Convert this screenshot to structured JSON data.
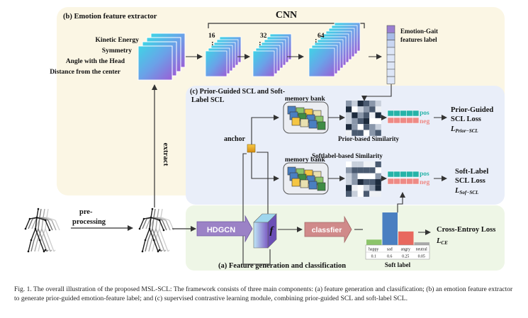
{
  "sections": {
    "emotion_extractor": "(b) Emotion feature extractor",
    "scl_line1": "(c) Prior-Guided SCL and Soft-",
    "scl_line2": "Label SCL",
    "feature_gen": "(a) Feature generation and classification"
  },
  "features": [
    "Kinetic Energy",
    "Symmetry",
    "Angle with the Head",
    "Distance from the center"
  ],
  "cnn": {
    "title": "CNN",
    "channels": [
      "16",
      "32",
      "64"
    ]
  },
  "gait_label": {
    "line1": "Emotion-Gait",
    "line2": "features label"
  },
  "extract": "extract",
  "anchor": "anchor",
  "memory_bank": "memory bank",
  "prior_similarity": "Prior-based Similarity",
  "soft_similarity": "Softlabel-based  Similarity",
  "pos": "pos",
  "neg": "neg",
  "losses": {
    "prior": {
      "line1": "Prior-Guided",
      "line2": "SCL Loss",
      "sym": "L",
      "sub": "Prior−SCL"
    },
    "soft": {
      "line1": "Soft-Label",
      "line2": "SCL Loss",
      "sym": "L",
      "sub": "Sof−SCL"
    },
    "ce": {
      "line1": "Cross-Entroy Loss",
      "sym": "L",
      "sub": "CE"
    }
  },
  "preprocess": {
    "line1": "pre-",
    "line2": "processing"
  },
  "hdgcn": "HDGCN",
  "f_label": "f",
  "classifier": "classfier",
  "soft_label_title": "Soft label",
  "soft_label_table": {
    "labels": [
      "happy",
      "sad",
      "angry",
      "neutral"
    ],
    "values": [
      "0.1",
      "0.6",
      "0.25",
      "0.05"
    ],
    "colors": [
      "#8cc46a",
      "#4a7fc1",
      "#e8685e",
      "#a9a9a9"
    ]
  },
  "caption": "Fig. 1.  The overall illustration of the proposed MSL-SCL: The framework consists of three main components: (a) feature generation and classification; (b) an emotion feature extractor to generate prior-guided emotion-feature label; and (c) supervised contrastive learning module, combining prior-guided SCL and soft-label SCL.",
  "colors": {
    "panel_b": "#fbf6e4",
    "panel_c": "#e9eef9",
    "panel_a": "#eef6e6",
    "pos_cell": "#26b3a8",
    "neg_cell": "#ee8a86",
    "hdgcn": "#9b82c6"
  }
}
